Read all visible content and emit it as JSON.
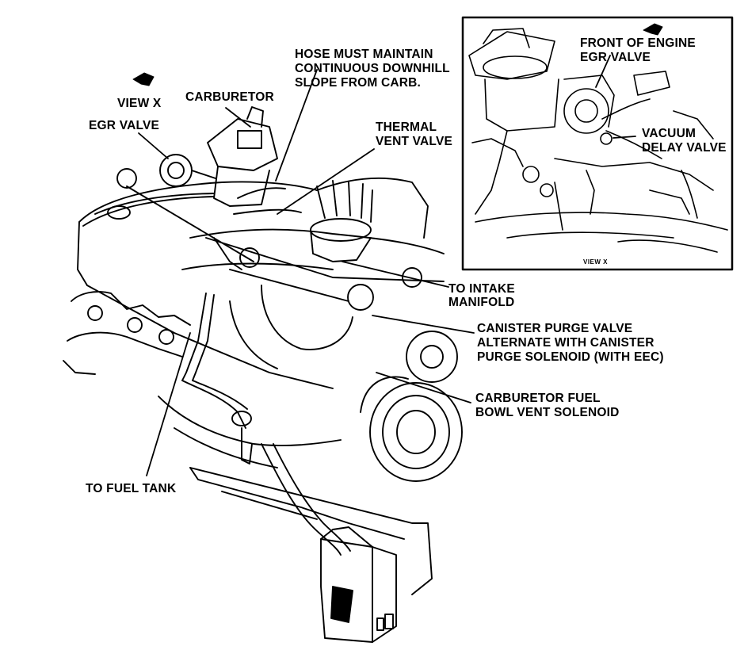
{
  "labels": {
    "view_x": "VIEW X",
    "carburetor": "CARBURETOR",
    "egr_valve": "EGR VALVE",
    "hose_line1": "HOSE MUST MAINTAIN",
    "hose_line2": "CONTINUOUS DOWNHILL",
    "hose_line3": "SLOPE FROM CARB.",
    "thermal_line1": "THERMAL",
    "thermal_line2": "VENT VALVE",
    "intake_line1": "TO INTAKE",
    "intake_line2": "MANIFOLD",
    "canister_line1": "CANISTER PURGE VALVE",
    "canister_line2": "ALTERNATE WITH CANISTER",
    "canister_line3": "PURGE SOLENOID (WITH EEC)",
    "bowl_line1": "CARBURETOR FUEL",
    "bowl_line2": "BOWL VENT SOLENOID",
    "fuel_tank": "TO FUEL TANK"
  },
  "inset": {
    "front_of_engine": "FRONT OF ENGINE",
    "egr_valve": "EGR VALVE",
    "vacuum_line1": "VACUUM",
    "vacuum_line2": "DELAY VALVE",
    "view_x_caption": "VIEW X"
  },
  "colors": {
    "ink": "#000000",
    "paper": "#ffffff"
  }
}
